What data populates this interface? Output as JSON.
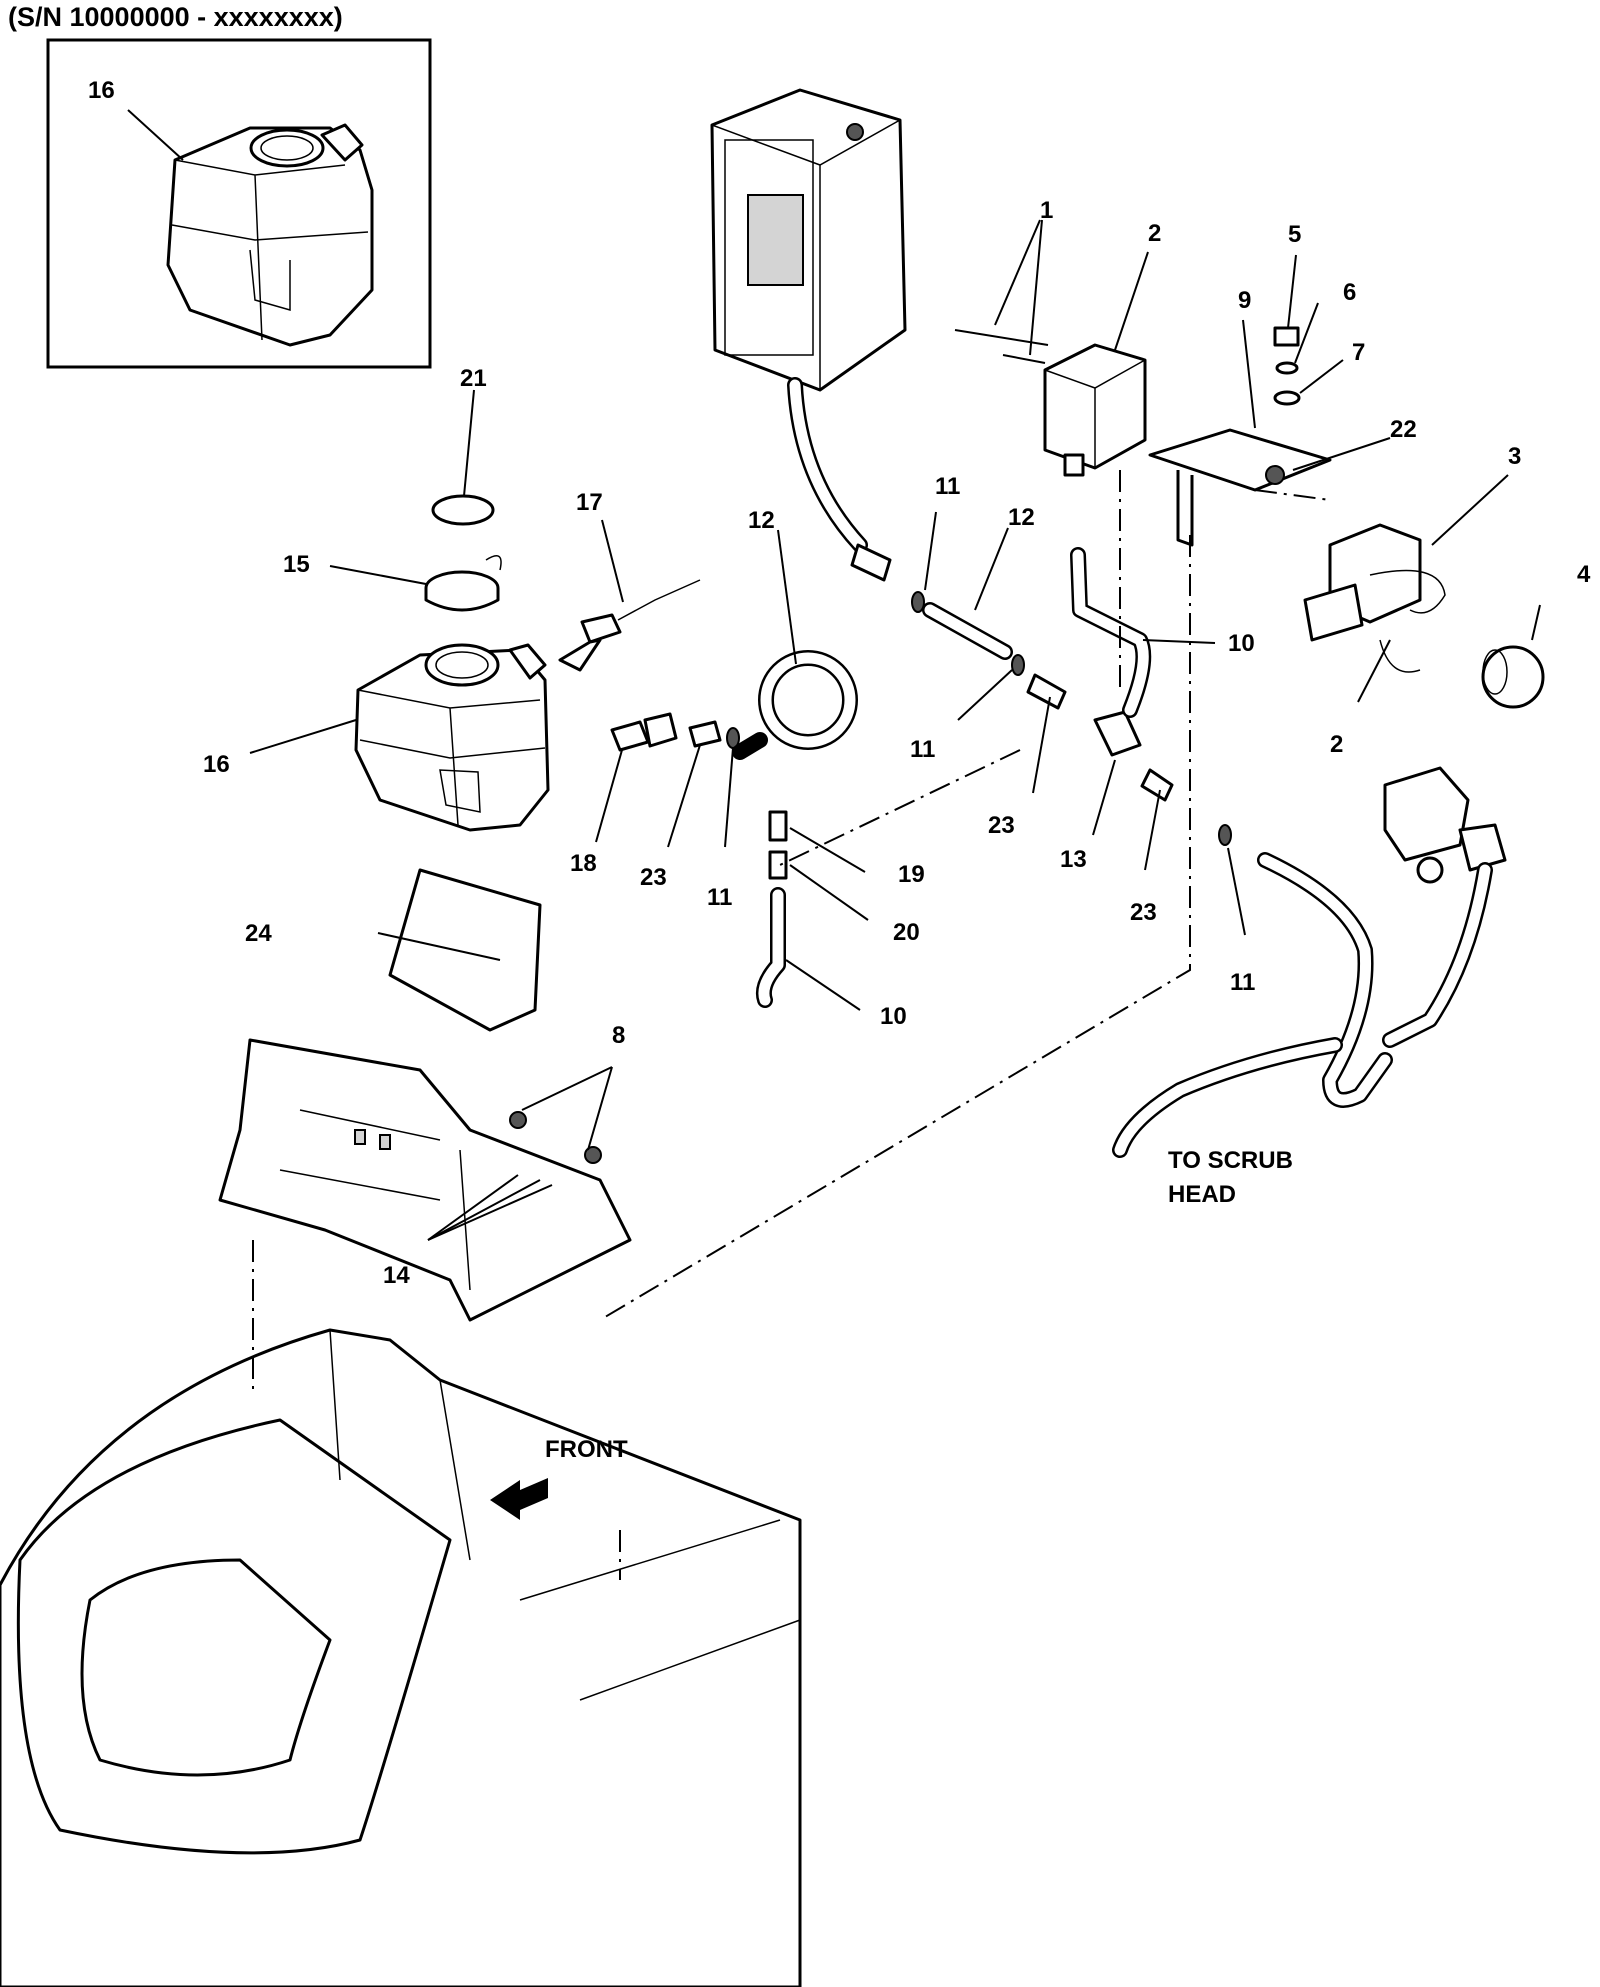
{
  "header": {
    "serial_range": "(S/N 10000000 -  xxxxxxxx)"
  },
  "notes": {
    "to_scrub_head_line1": "TO SCRUB",
    "to_scrub_head_line2": "HEAD",
    "front": "FRONT"
  },
  "callouts": [
    {
      "id": "c16-inset",
      "text": "16"
    },
    {
      "id": "c21",
      "text": "21"
    },
    {
      "id": "c17",
      "text": "17"
    },
    {
      "id": "c15",
      "text": "15"
    },
    {
      "id": "c16",
      "text": "16"
    },
    {
      "id": "c12a",
      "text": "12"
    },
    {
      "id": "c18",
      "text": "18"
    },
    {
      "id": "c23a",
      "text": "23"
    },
    {
      "id": "c11a",
      "text": "11"
    },
    {
      "id": "c19",
      "text": "19"
    },
    {
      "id": "c20",
      "text": "20"
    },
    {
      "id": "c10a",
      "text": "10"
    },
    {
      "id": "c24",
      "text": "24"
    },
    {
      "id": "c11b",
      "text": "11"
    },
    {
      "id": "c12b",
      "text": "12"
    },
    {
      "id": "c11c",
      "text": "11"
    },
    {
      "id": "c23b",
      "text": "23"
    },
    {
      "id": "c13",
      "text": "13"
    },
    {
      "id": "c23c",
      "text": "23"
    },
    {
      "id": "c10b",
      "text": "10"
    },
    {
      "id": "c11d",
      "text": "11"
    },
    {
      "id": "c1",
      "text": "1"
    },
    {
      "id": "c2a",
      "text": "2"
    },
    {
      "id": "c5",
      "text": "5"
    },
    {
      "id": "c6",
      "text": "6"
    },
    {
      "id": "c7",
      "text": "7"
    },
    {
      "id": "c9",
      "text": "9"
    },
    {
      "id": "c22",
      "text": "22"
    },
    {
      "id": "c3",
      "text": "3"
    },
    {
      "id": "c4",
      "text": "4"
    },
    {
      "id": "c2b",
      "text": "2"
    },
    {
      "id": "c8",
      "text": "8"
    },
    {
      "id": "c14",
      "text": "14"
    }
  ]
}
